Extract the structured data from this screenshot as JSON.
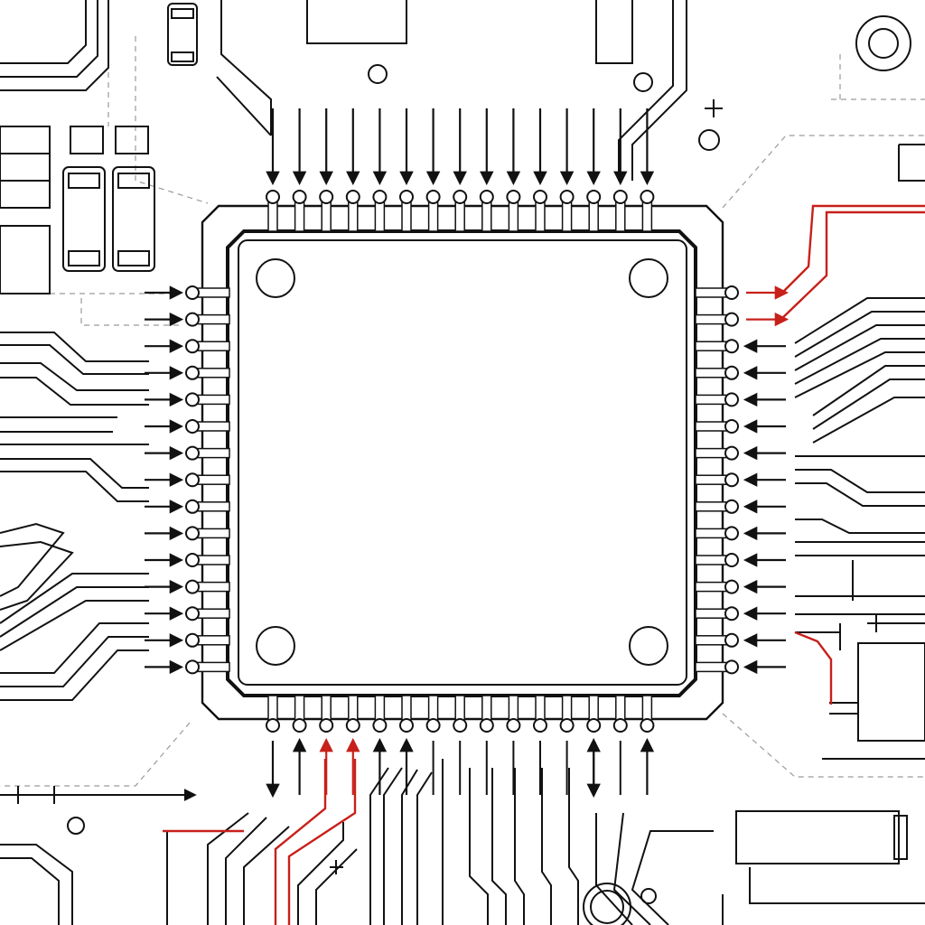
{
  "diagram": {
    "pins_per_side": 15,
    "pin_directions": {
      "top": [
        "in",
        "in",
        "in",
        "in",
        "in",
        "in",
        "in",
        "in",
        "in",
        "in",
        "in",
        "in",
        "in",
        "in",
        "in"
      ],
      "left": [
        "in",
        "in",
        "in",
        "in",
        "in",
        "in",
        "in",
        "in",
        "in",
        "in",
        "in",
        "in",
        "in",
        "in",
        "in"
      ],
      "right": [
        "out",
        "out",
        "in",
        "in",
        "in",
        "in",
        "in",
        "in",
        "in",
        "in",
        "in",
        "in",
        "in",
        "in",
        "in"
      ],
      "bottom": [
        "out",
        "in",
        "in",
        "in",
        "in",
        "in",
        "none",
        "none",
        "none",
        "none",
        "none",
        "none",
        "both",
        "none",
        "in"
      ]
    },
    "highlighted_pins": {
      "right": [
        0,
        1
      ],
      "bottom": [
        2,
        3
      ]
    }
  },
  "colors": {
    "line": "#111111",
    "highlight": "#c8201a",
    "faint": "#999999",
    "background": "#ffffff"
  },
  "icons": {
    "pin": "round-pin-pad-icon",
    "arrow": "signal-arrow-icon",
    "mount_hole": "mounting-hole-icon",
    "component": "smd-component-icon"
  }
}
